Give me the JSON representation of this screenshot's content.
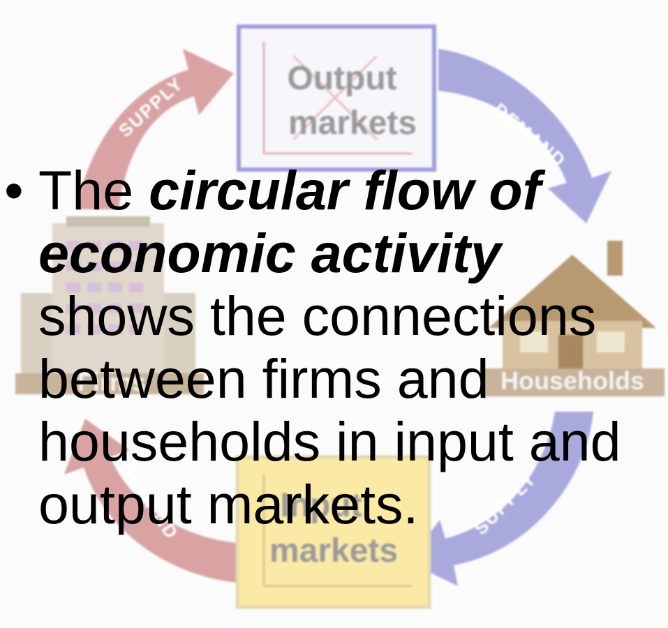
{
  "diagram": {
    "output_box_label_line1": "Output",
    "output_box_label_line2": "markets",
    "input_box_label_line1": "Input",
    "input_box_label_line2": "markets",
    "firms_label": "Firms",
    "households_label": "Households",
    "arrows": {
      "top_left": "SUPPLY",
      "top_right": "DEMAND",
      "bottom_left": "DEMAND",
      "bottom_right": "SUPPLY"
    },
    "colors": {
      "supply_arrow": "#d9a3a3",
      "demand_arrow": "#a9a9de",
      "output_box_border": "#9f9fdc",
      "input_box_fill": "#fbe9a6"
    }
  },
  "bullet": {
    "lead": "The ",
    "emphasis_line1": "circular flow of",
    "emphasis_line2": "economic activity",
    "rest_line1": "shows the connections",
    "rest_line2": "between firms and",
    "rest_line3": "households in input and",
    "rest_line4": "output markets."
  }
}
